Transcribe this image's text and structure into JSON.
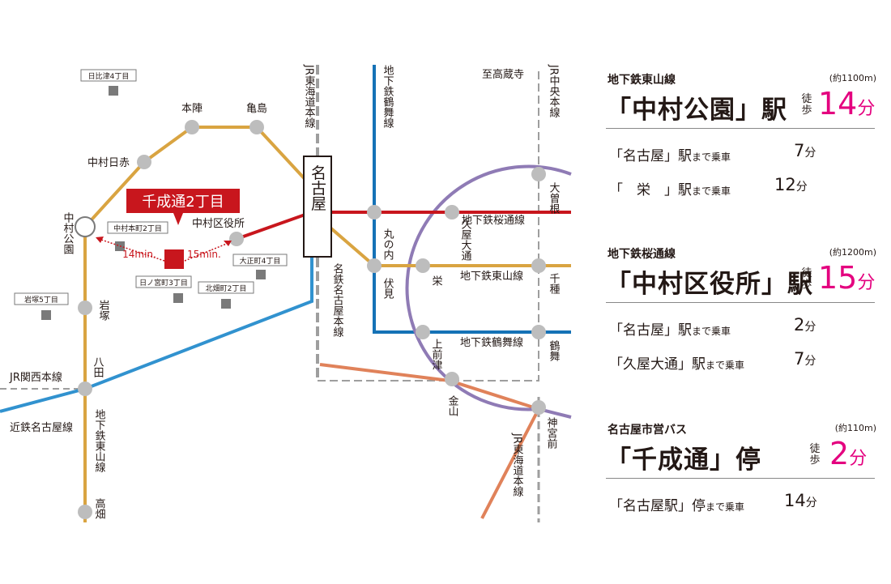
{
  "colors": {
    "higashiyama": "#d9a441",
    "sakuradori": "#c8161d",
    "tsurumai": "#1572b6",
    "meitetsu": "#e0825a",
    "kintetsu": "#3192cf",
    "meijo": "#8f7bb5",
    "jr": "#9e9e9e",
    "station": "#bdbdbd",
    "site": "#c8161d",
    "pink": "#e4007f"
  },
  "map": {
    "site_label": "千成通2丁目",
    "min_left": "14min.",
    "min_right": "15min.",
    "stations": {
      "honjin": "本陣",
      "kameshima": "亀島",
      "nakamura_nisseki": "中村日赤",
      "nakamura_koen": "中村公園",
      "nakamura_kuyakusho": "中村区役所",
      "iwatsuka": "岩塚",
      "hatta": "八田",
      "takabata": "高畑",
      "nagoya": "名古屋",
      "marunouchi": "丸の内",
      "fushimi": "伏見",
      "sakae": "栄",
      "hisaya_odori": "久屋大通",
      "kamimaezu": "上前津",
      "kanayama": "金山",
      "ozone": "大曽根",
      "chikusa": "千種",
      "tsurumai": "鶴舞",
      "jingu_mae": "神宮前"
    },
    "lines": {
      "jr_tokaido_top": "JR東海道本線",
      "jr_chuo": "JR中央本線",
      "jr_tokaido_bottom": "JR東海道本線",
      "tsurumai_line_v": "地下鉄鶴舞線",
      "higashiyama_line_v": "地下鉄東山線",
      "meitetsu_line": "名鉄名古屋本線",
      "jr_kansai": "JR関西本線",
      "kintetsu": "近鉄名古屋線",
      "sakuradori_h": "地下鉄桜通線",
      "higashiyama_h": "地下鉄東山線",
      "tsurumai_h": "地下鉄鶴舞線",
      "kozoji": "至高蔵寺"
    },
    "bus_stops": {
      "hibitsu": "日比津4丁目",
      "nakamurahoncho": "中村本町2丁目",
      "hinomiya": "日ノ宮町3丁目",
      "kitaiwai": "北畑町2丁目",
      "taisho": "大正町4丁目",
      "iwatsuka5": "岩塚5丁目"
    }
  },
  "access": [
    {
      "line": "地下鉄東山線",
      "distance": "(約1100m)",
      "station": "「中村公園」駅",
      "walk_label": "徒歩",
      "walk_min": "14",
      "unit": "分",
      "rides": [
        {
          "dest": "「名古屋」駅",
          "suffix": "まで乗車",
          "min": "7",
          "unit": "分"
        },
        {
          "dest": "「　栄　」駅",
          "suffix": "まで乗車",
          "min": "12",
          "unit": "分"
        }
      ]
    },
    {
      "line": "地下鉄桜通線",
      "distance": "(約1200m)",
      "station": "「中村区役所」駅",
      "walk_label": "徒歩",
      "walk_min": "15",
      "unit": "分",
      "rides": [
        {
          "dest": "「名古屋」駅",
          "suffix": "まで乗車",
          "min": "2",
          "unit": "分"
        },
        {
          "dest": "「久屋大通」駅",
          "suffix": "まで乗車",
          "min": "7",
          "unit": "分"
        }
      ]
    },
    {
      "line": "名古屋市営バス",
      "distance": "(約110m)",
      "station": "「千成通」停",
      "walk_label": "徒歩",
      "walk_min": "2",
      "unit": "分",
      "rides": [
        {
          "dest": "「名古屋駅」停",
          "suffix": "まで乗車",
          "min": "14",
          "unit": "分"
        }
      ]
    }
  ]
}
